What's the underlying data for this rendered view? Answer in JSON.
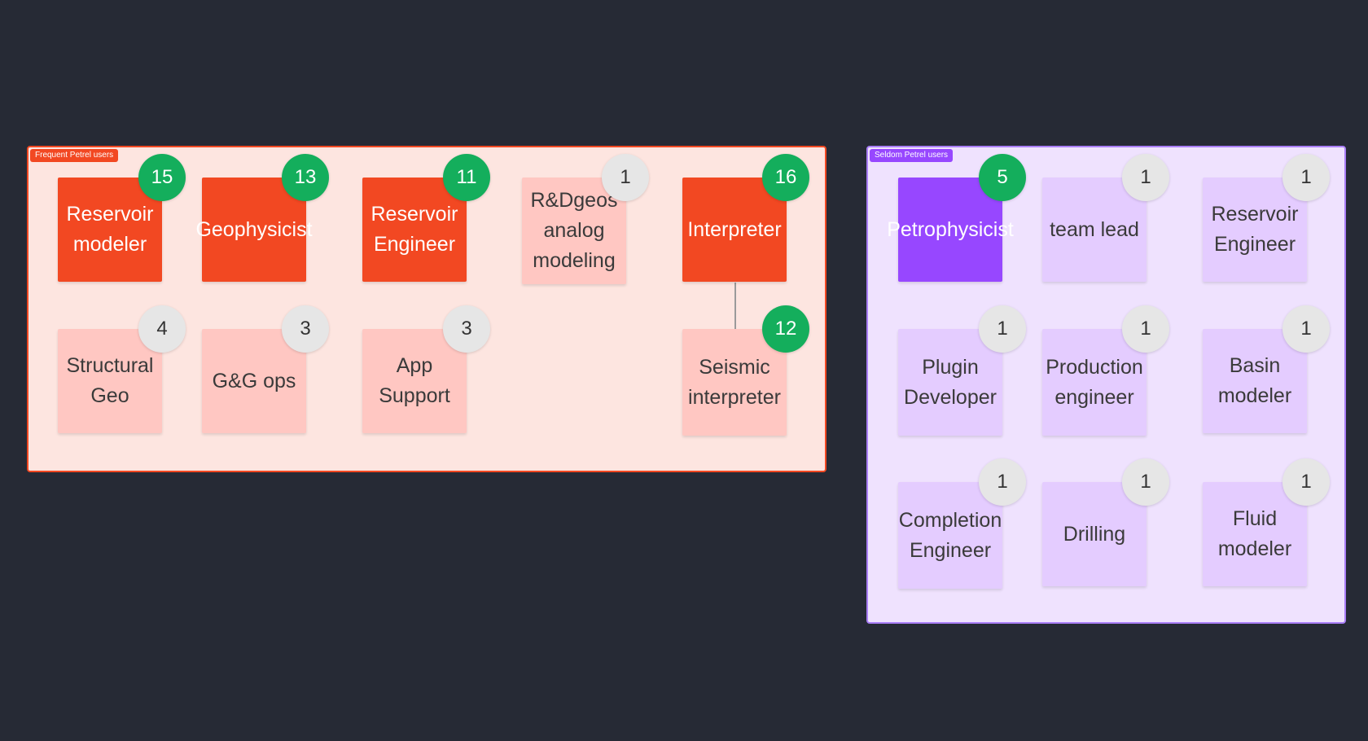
{
  "sections": {
    "frequent": {
      "label": "Frequent Petrel users",
      "stickies": [
        {
          "text": "Reservoir modeler",
          "count": "15"
        },
        {
          "text": "Geophysicist",
          "count": "13"
        },
        {
          "text": "Reservoir Engineer",
          "count": "11"
        },
        {
          "text": "R&Dgeos analog modeling",
          "count": "1"
        },
        {
          "text": "Interpreter",
          "count": "16"
        },
        {
          "text": "Structural Geo",
          "count": "4"
        },
        {
          "text": "G&G ops",
          "count": "3"
        },
        {
          "text": "App Support",
          "count": "3"
        },
        {
          "text": "Seismic interpreter",
          "count": "12"
        }
      ]
    },
    "seldom": {
      "label": "Seldom Petrel users",
      "stickies": [
        {
          "text": "Petrophysicist",
          "count": "5"
        },
        {
          "text": "team lead",
          "count": "1"
        },
        {
          "text": "Reservoir Engineer",
          "count": "1"
        },
        {
          "text": "Plugin Developer",
          "count": "1"
        },
        {
          "text": "Production engineer",
          "count": "1"
        },
        {
          "text": "Basin modeler",
          "count": "1"
        },
        {
          "text": "Completion Engineer",
          "count": "1"
        },
        {
          "text": "Drilling",
          "count": "1"
        },
        {
          "text": "Fluid modeler",
          "count": "1"
        }
      ]
    }
  },
  "colors": {
    "canvas_bg": "#262a35",
    "frequent_section_bg": "#fde5e0",
    "frequent_accent": "#f24822",
    "frequent_light_sticky": "#ffc7c2",
    "seldom_section_bg": "#efe2fe",
    "seldom_accent": "#9747ff",
    "seldom_light_sticky": "#e4ccff",
    "badge_high": "#14ae5c",
    "badge_low": "#e6e6e6"
  }
}
